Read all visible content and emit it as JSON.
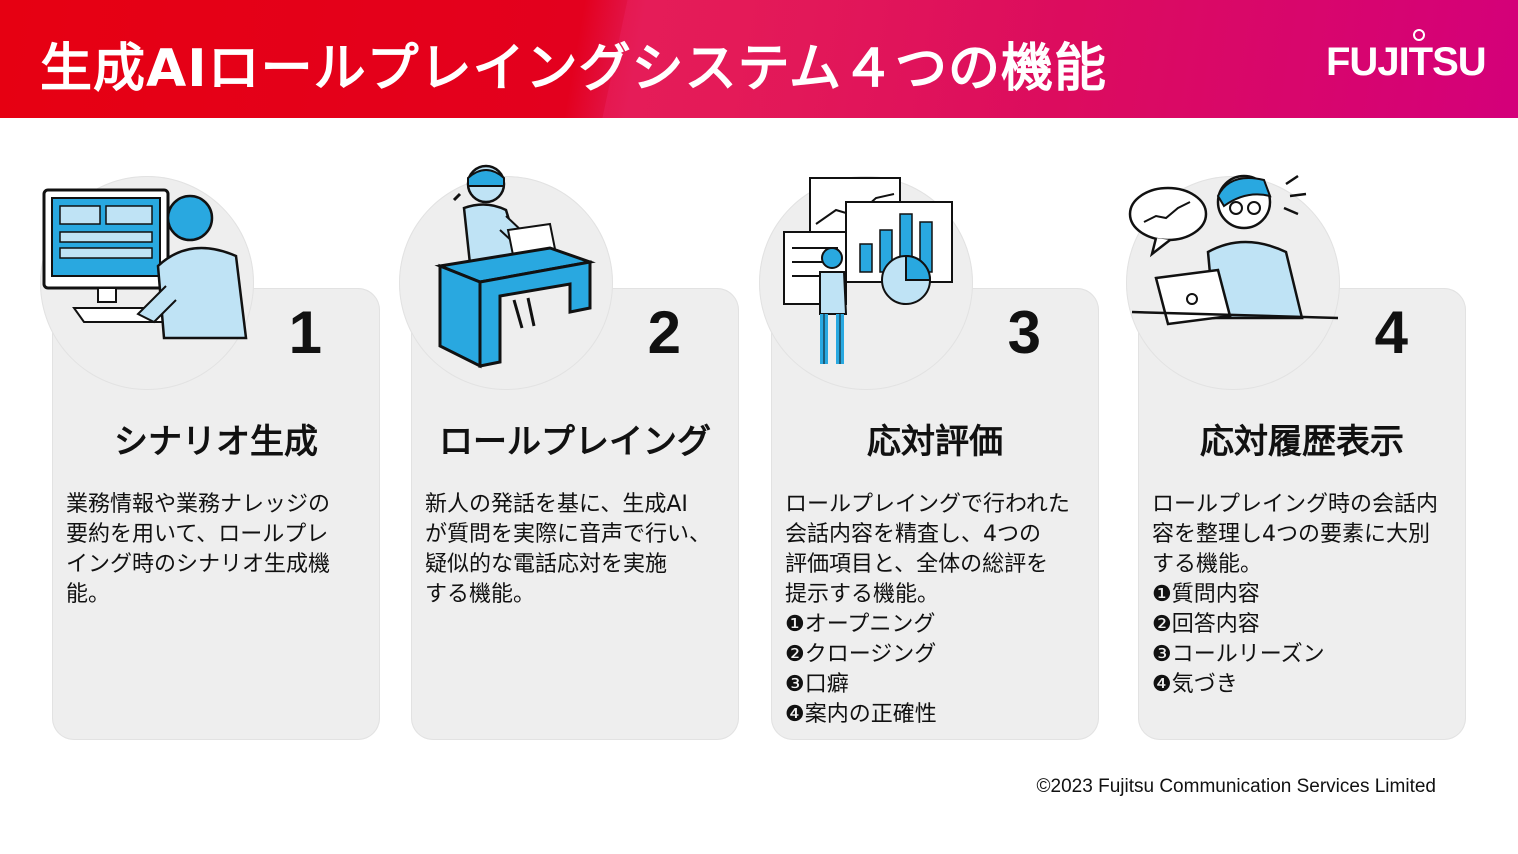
{
  "header": {
    "title": "生成AIロールプレイングシステム４つの機能",
    "logo": "FUJITSU"
  },
  "colors": {
    "header_red": "#e60012",
    "header_magenta": "#d4007a",
    "card_bg": "#eeeeee",
    "illustration_blue": "#29a8e0"
  },
  "cards": [
    {
      "number": "1",
      "title": "シナリオ生成",
      "body": "業務情報や業務ナレッジの\n要約を用いて、ロールプレ\nイング時のシナリオ生成機能。",
      "icon": "computer-operator-icon"
    },
    {
      "number": "2",
      "title": "ロールプレイング",
      "body": "新人の発話を基に、生成AI\nが質問を実際に音声で行い、\n疑似的な電話応対を実施\nする機能。",
      "icon": "person-at-desk-laptop-icon"
    },
    {
      "number": "3",
      "title": "応対評価",
      "body": "ロールプレイングで行われた\n会話内容を精査し、4つの\n評価項目と、全体の総評を\n提示する機能。\n❶オープニング\n❷クロージング\n❸口癖\n❹案内の正確性",
      "icon": "analyst-charts-icon"
    },
    {
      "number": "4",
      "title": "応対履歴表示",
      "body": "ロールプレイング時の会話内\n容を整理し4つの要素に大別\nする機能。\n❶質問内容\n❷回答内容\n❸コールリーズン\n❹気づき",
      "icon": "person-laptop-speech-icon"
    }
  ],
  "footer": {
    "copyright": "©2023 Fujitsu Communication Services Limited"
  }
}
